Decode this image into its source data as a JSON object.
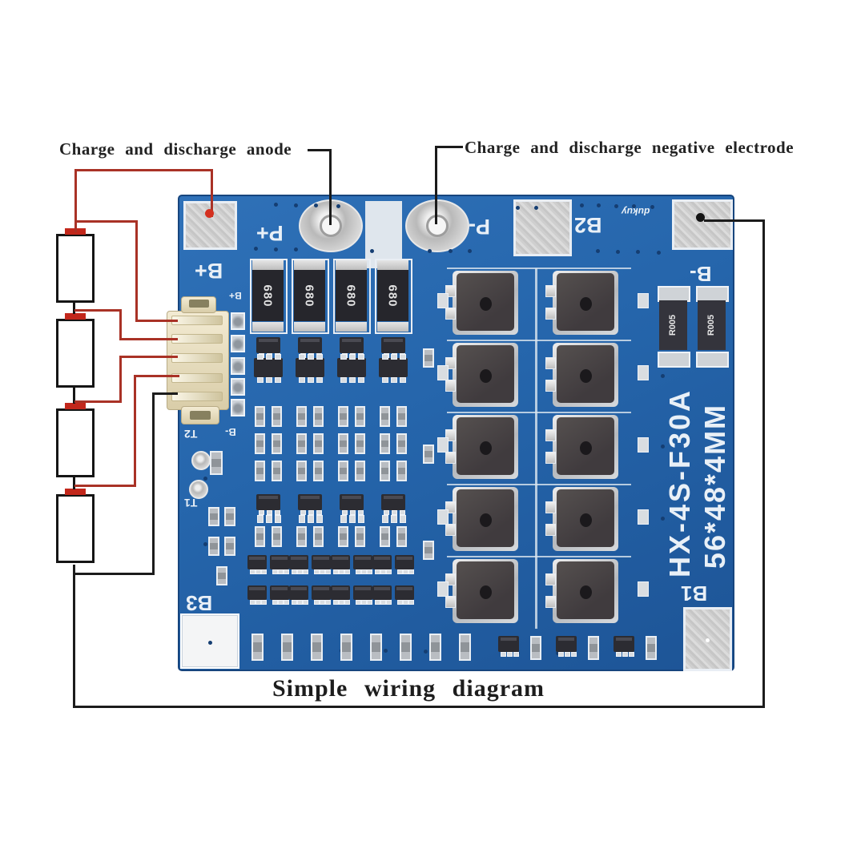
{
  "title": "Simple wiring diagram",
  "callouts": {
    "anode": "Charge and discharge anode",
    "negative": "Charge and discharge negative electrode"
  },
  "board": {
    "model": "HX-4S-F30A",
    "size_marking": "56*48*4MM",
    "brand_marking": "dukuy",
    "silkscreen": {
      "b_plus": "B+",
      "p_plus": "P+",
      "p_minus": "P-",
      "b2": "B2",
      "b_minus": "B-",
      "b_plus_small": "B+",
      "b_minus_small": "B-",
      "t2": "T2",
      "t1": "T1",
      "b3": "B3",
      "b1": "B1"
    },
    "components": {
      "balance_resistor_label": "680",
      "balance_resistor_count": 4,
      "shunt_resistor_label": "R005",
      "shunt_resistor_count": 2,
      "mosfet_rows": 5,
      "mosfet_columns": 2,
      "protection_channel_columns": 4
    },
    "colors": {
      "pcb_blue": "#2565ab",
      "silkscreen_white": "#e9f0f7",
      "pad_silver": "#d2d2d2",
      "wire_red": "#a93226",
      "wire_black": "#1c1c1c",
      "battery_terminal_red": "#c2271b"
    }
  },
  "battery": {
    "cell_count": 4
  }
}
